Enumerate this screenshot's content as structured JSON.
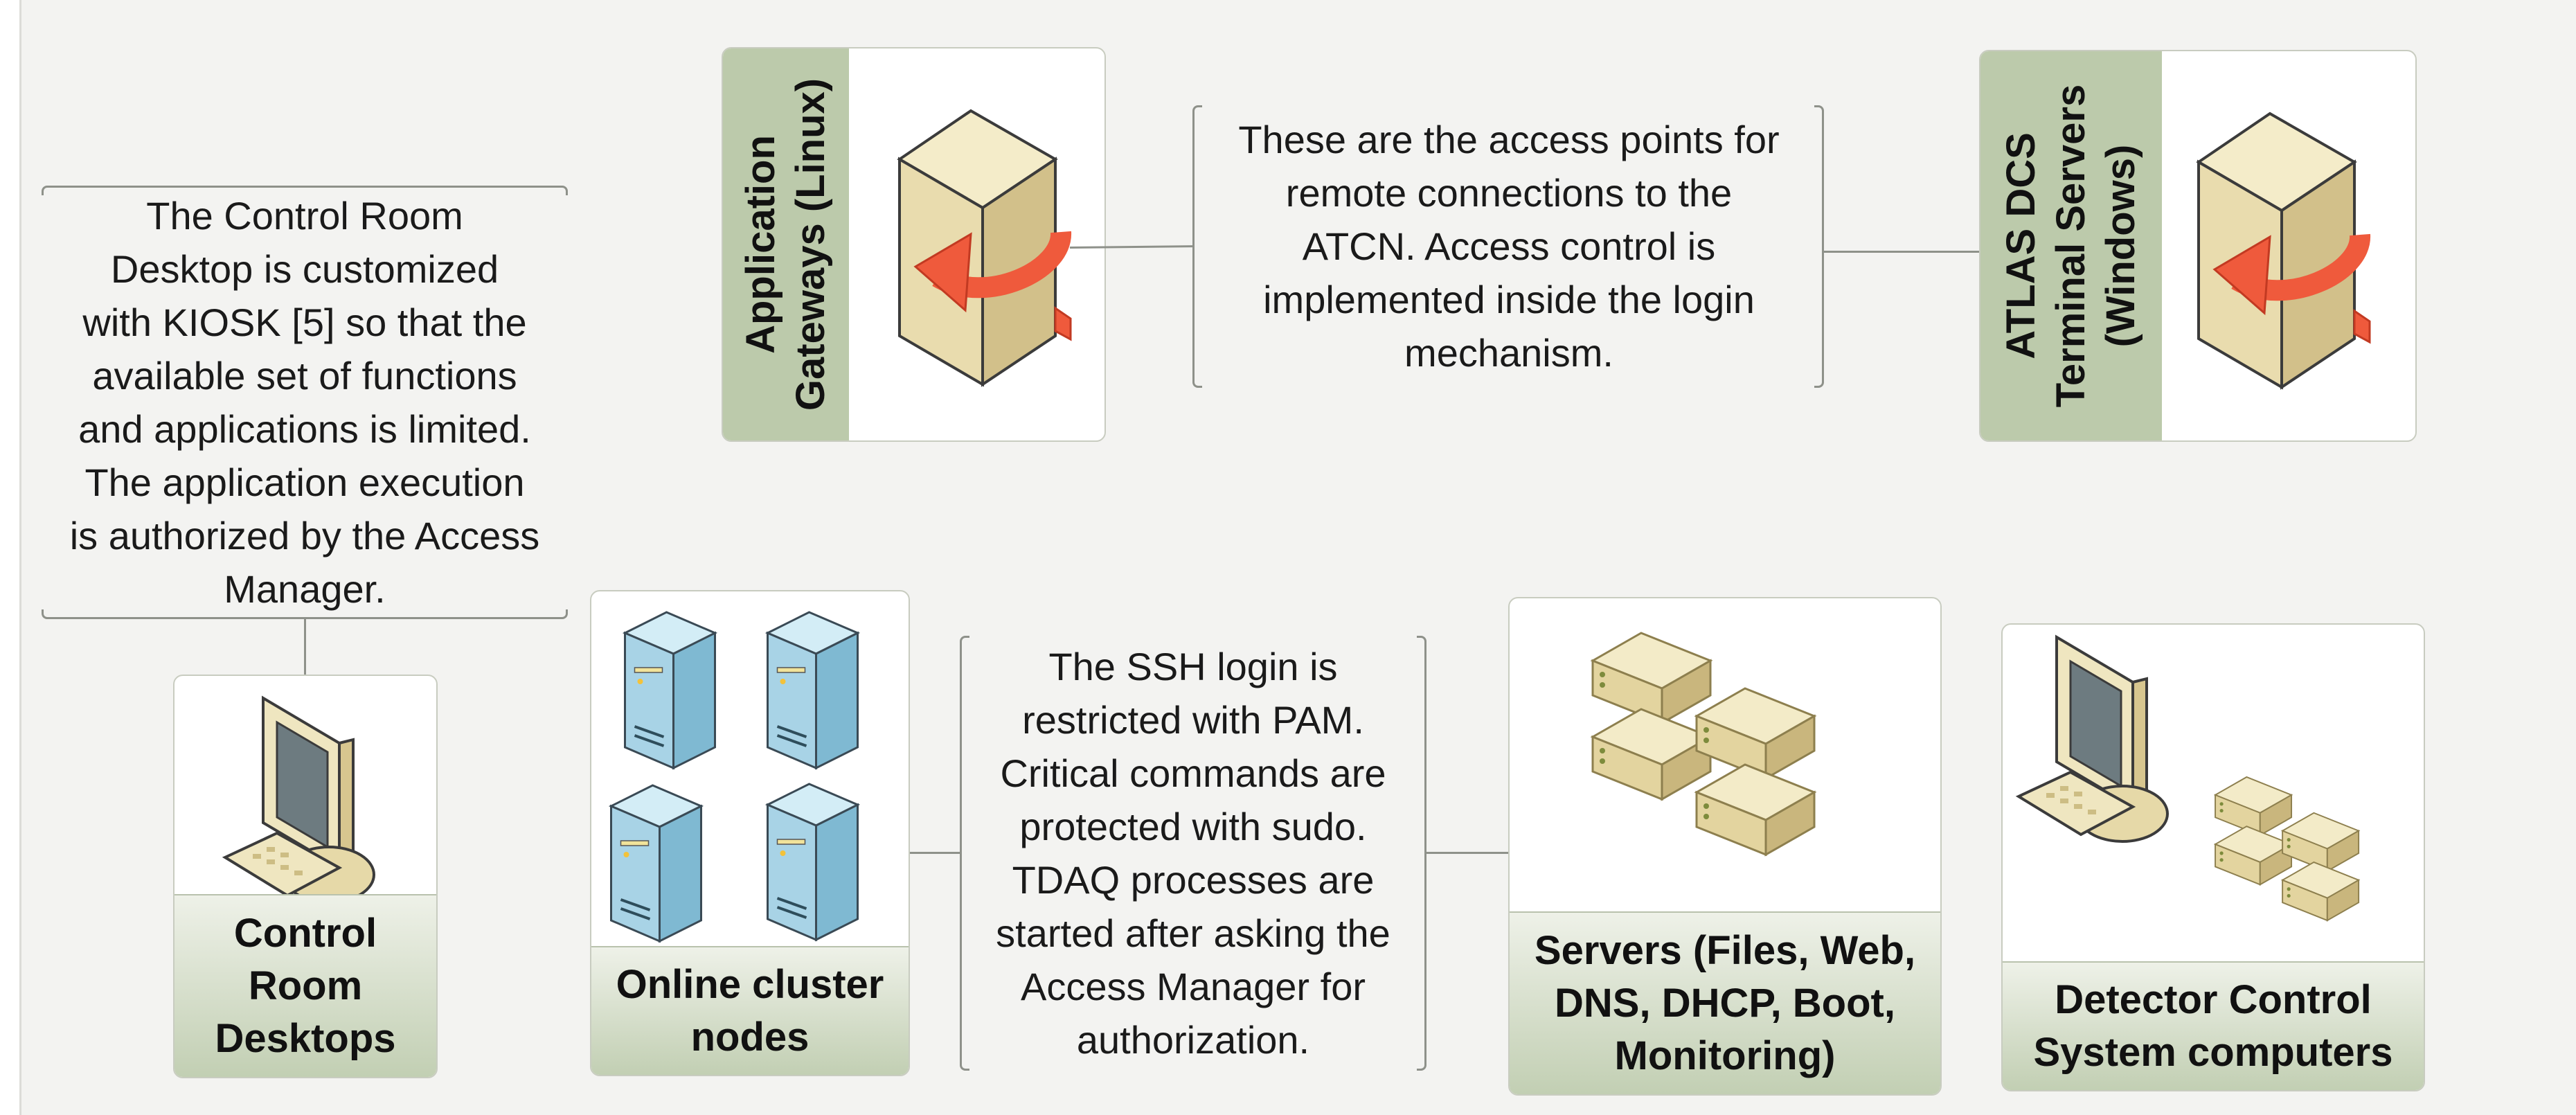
{
  "nodes": {
    "app_gateways": "Application\nGateways (Linux)",
    "dcs_terminal": "ATLAS DCS\nTerminal Servers\n(Windows)",
    "control_room": "Control\nRoom\nDesktops",
    "online_cluster": "Online cluster\nnodes",
    "servers": "Servers (Files, Web,\nDNS, DHCP, Boot,\nMonitoring)",
    "dcs_computers": "Detector Control\nSystem computers"
  },
  "notes": {
    "control_room": "The Control Room\nDesktop is customized\nwith KIOSK [5] so that the\navailable set of functions\nand applications is limited.\nThe application execution\nis authorized by the Access\nManager.",
    "access_points": "These are the access points for\nremote connections to the\nATCN. Access control is\nimplemented inside the login\nmechanism.",
    "ssh": "The SSH login is\nrestricted with PAM.\nCritical commands are\nprotected with sudo.\nTDAQ processes are\nstarted after asking the\nAccess Manager for\nauthorization."
  },
  "icons": {
    "gateway": "server-tower-with-firewall-arrow-icon",
    "terminal": "server-tower-with-firewall-arrow-icon",
    "desktop": "desktop-computer-icon",
    "cluster": "four-tower-servers-icon",
    "servers": "rack-servers-icon",
    "dcs": "desktop-with-rack-servers-icon"
  },
  "colors": {
    "band_green": "#bccaab",
    "tower_beige": "#e9dcae",
    "arrow_red": "#ef5a3c",
    "server_blue": "#a8d3e6"
  }
}
